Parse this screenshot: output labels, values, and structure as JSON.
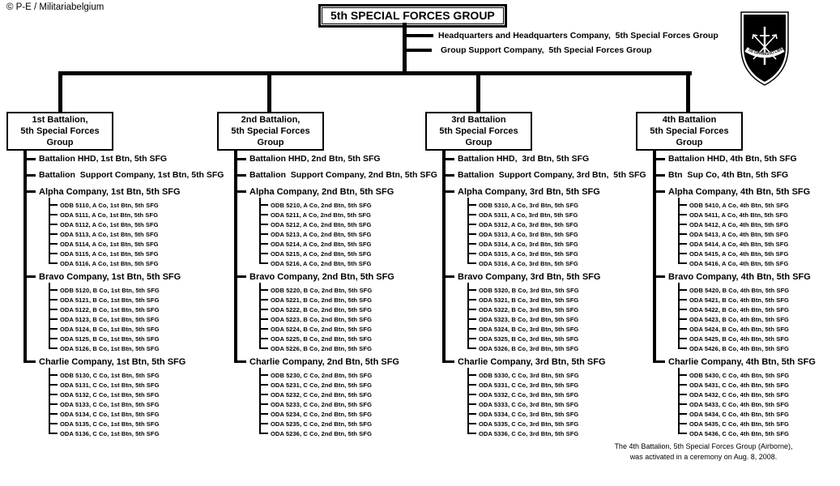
{
  "copyright": "© P-E / Militariabelgium",
  "title": "5th SPECIAL FORCES GROUP",
  "hq_units": [
    "Headquarters and Headquarters Company,  5th Special Forces Group",
    "Group Support Company,  5th Special Forces Group"
  ],
  "emblem": {
    "name": "5th-special-forces-group-beret-flash",
    "motto": "DE OPPRESSO LIBER"
  },
  "battalions": [
    {
      "box": [
        "1st Battalion,",
        "5th Special Forces Group"
      ],
      "units": [
        "Battalion HHD, 1st Btn, 5th SFG",
        "Battalion  Support Company, 1st Btn, 5th SFG"
      ],
      "companies": [
        {
          "name": "Alpha Company, 1st Btn, 5th SFG",
          "detachments": [
            "ODB 5110, A Co, 1st Btn, 5th SFG",
            "ODA 5111, A Co, 1st Btn, 5th SFG",
            "ODA 5112, A Co, 1st Btn, 5th SFG",
            "ODA 5113, A Co, 1st Btn, 5th SFG",
            "ODA 5114, A Co, 1st Btn, 5th SFG",
            "ODA 5115, A Co, 1st Btn, 5th SFG",
            "ODA 5116, A Co, 1st Btn, 5th SFG"
          ]
        },
        {
          "name": "Bravo Company, 1st Btn, 5th SFG",
          "detachments": [
            "ODB 5120, B Co, 1st Btn, 5th SFG",
            "ODA 5121, B Co, 1st Btn, 5th SFG",
            "ODA 5122, B Co, 1st Btn, 5th SFG",
            "ODA 5123, B Co, 1st Btn, 5th SFG",
            "ODA 5124, B Co, 1st Btn, 5th SFG",
            "ODA 5125, B Co, 1st Btn, 5th SFG",
            "ODA 5126, B Co, 1st Btn, 5th SFG"
          ]
        },
        {
          "name": "Charlie Company, 1st Btn, 5th SFG",
          "detachments": [
            "ODB 5130, C Co, 1st Btn, 5th SFG",
            "ODA 5131, C Co, 1st Btn, 5th SFG",
            "ODA 5132, C Co, 1st Btn, 5th SFG",
            "ODA 5133, C Co, 1st Btn, 5th SFG",
            "ODA 5134, C Co, 1st Btn, 5th SFG",
            "ODA 5135, C Co, 1st Btn, 5th SFG",
            "ODA 5136, C Co, 1st Btn, 5th SFG"
          ]
        }
      ]
    },
    {
      "box": [
        "2nd Battalion,",
        "5th Special Forces Group"
      ],
      "units": [
        "Battalion HHD, 2nd Btn, 5th SFG",
        "Battalion  Support Company, 2nd Btn, 5th SFG"
      ],
      "companies": [
        {
          "name": "Alpha Company, 2nd Btn, 5th SFG",
          "detachments": [
            "ODB 5210, A Co, 2nd Btn, 5th SFG",
            "ODA 5211, A Co, 2nd Btn, 5th SFG",
            "ODA 5212, A Co, 2nd Btn, 5th SFG",
            "ODA 5213, A Co, 2nd Btn, 5th SFG",
            "ODA 5214, A Co, 2nd Btn, 5th SFG",
            "ODA 5215, A Co, 2nd Btn, 5th SFG",
            "ODA 5216, A Co, 2nd Btn, 5th SFG"
          ]
        },
        {
          "name": "Bravo Company, 2nd Btn, 5th SFG",
          "detachments": [
            "ODB 5220, B Co, 2nd Btn, 5th SFG",
            "ODA 5221, B Co, 2nd Btn, 5th SFG",
            "ODA 5222, B Co, 2nd Btn, 5th SFG",
            "ODA 5223, B Co, 2nd Btn, 5th SFG",
            "ODA 5224, B Co, 2nd Btn, 5th SFG",
            "ODA 5225, B Co, 2nd Btn, 5th SFG",
            "ODA 5226, B Co, 2nd Btn, 5th SFG"
          ]
        },
        {
          "name": "Charlie Company, 2nd Btn, 5th SFG",
          "detachments": [
            "ODB 5230, C Co, 2nd Btn, 5th SFG",
            "ODA 5231, C Co, 2nd Btn, 5th SFG",
            "ODA 5232, C Co, 2nd Btn, 5th SFG",
            "ODA 5233, C Co, 2nd Btn, 5th SFG",
            "ODA 5234, C Co, 2nd Btn, 5th SFG",
            "ODA 5235, C Co, 2nd Btn, 5th SFG",
            "ODA 5236, C Co, 2nd Btn, 5th SFG"
          ]
        }
      ]
    },
    {
      "box": [
        "3rd Battalion",
        "5th Special Forces Group"
      ],
      "units": [
        "Battalion HHD,  3rd Btn, 5th SFG",
        "Battalion  Support Company, 3rd Btn,  5th SFG"
      ],
      "companies": [
        {
          "name": "Alpha Company, 3rd Btn, 5th SFG",
          "detachments": [
            "ODB 5310, A Co, 3rd Btn, 5th SFG",
            "ODA 5311, A Co, 3rd Btn, 5th SFG",
            "ODA 5312, A Co, 3rd Btn, 5th SFG",
            "ODA 5313, A Co, 3rd Btn, 5th SFG",
            "ODA 5314, A Co, 3rd Btn, 5th SFG",
            "ODA 5315, A Co, 3rd Btn, 5th SFG",
            "ODA 5316, A Co, 3rd Btn, 5th SFG"
          ]
        },
        {
          "name": "Bravo Company, 3rd Btn, 5th SFG",
          "detachments": [
            "ODB 5320, B Co, 3rd Btn, 5th SFG",
            "ODA 5321, B Co, 3rd Btn, 5th SFG",
            "ODA 5322, B Co, 3rd Btn, 5th SFG",
            "ODA 5323, B Co, 3rd Btn, 5th SFG",
            "ODA 5324, B Co, 3rd Btn, 5th SFG",
            "ODA 5325, B Co, 3rd Btn, 5th SFG",
            "ODA 5326, B Co, 3rd Btn, 5th SFG"
          ]
        },
        {
          "name": "Charlie Company, 3rd Btn, 5th SFG",
          "detachments": [
            "ODB 5330, C Co, 3rd Btn, 5th SFG",
            "ODA 5331, C Co, 3rd Btn, 5th SFG",
            "ODA 5332, C Co, 3rd Btn, 5th SFG",
            "ODA 5333, C Co, 3rd Btn, 5th SFG",
            "ODA 5334, C Co, 3rd Btn, 5th SFG",
            "ODA 5335, C Co, 3rd Btn, 5th SFG",
            "ODA 5336, C Co, 3rd Btn, 5th SFG"
          ]
        }
      ]
    },
    {
      "box": [
        "4th Battalion",
        "5th Special Forces Group"
      ],
      "units": [
        "Battalion HHD, 4th Btn, 5th SFG",
        "Btn  Sup Co, 4th Btn, 5th SFG"
      ],
      "companies": [
        {
          "name": "Alpha Company, 4th Btn, 5th SFG",
          "detachments": [
            "ODB 5410, A Co, 4th Btn, 5th SFG",
            "ODA 5411, A Co, 4th Btn, 5th SFG",
            "ODA 5412, A Co, 4th Btn, 5th SFG",
            "ODA 5413, A Co, 4th Btn, 5th SFG",
            "ODA 5414, A Co, 4th Btn, 5th SFG",
            "ODA 5415, A Co, 4th Btn, 5th SFG",
            "ODA 5416, A Co, 4th Btn, 5th SFG"
          ]
        },
        {
          "name": "Bravo Company, 4th Btn, 5th SFG",
          "detachments": [
            "ODB 5420, B Co, 4th Btn, 5th SFG",
            "ODA 5421, B Co, 4th Btn, 5th SFG",
            "ODA 5422, B Co, 4th Btn, 5th SFG",
            "ODA 5423, B Co, 4th Btn, 5th SFG",
            "ODA 5424, B Co, 4th Btn, 5th SFG",
            "ODA 5425, B Co, 4th Btn, 5th SFG",
            "ODA 5426, B Co, 4th Btn, 5th SFG"
          ]
        },
        {
          "name": "Charlie Company, 4th Btn, 5th SFG",
          "detachments": [
            "ODB 5430, C Co, 4th Btn, 5th SFG",
            "ODA 5431, C Co, 4th Btn, 5th SFG",
            "ODA 5432, C Co, 4th Btn, 5th SFG",
            "ODA 5433, C Co, 4th Btn, 5th SFG",
            "ODA 5434, C Co, 4th Btn, 5th SFG",
            "ODA 5435, C Co, 4th Btn, 5th SFG",
            "ODA 5436, C Co, 4th Btn, 5th SFG"
          ]
        }
      ]
    }
  ],
  "note": [
    "The 4th Battalion, 5th Special Forces Group (Airborne),",
    "was activated in a ceremony on Aug. 8, 2008."
  ]
}
